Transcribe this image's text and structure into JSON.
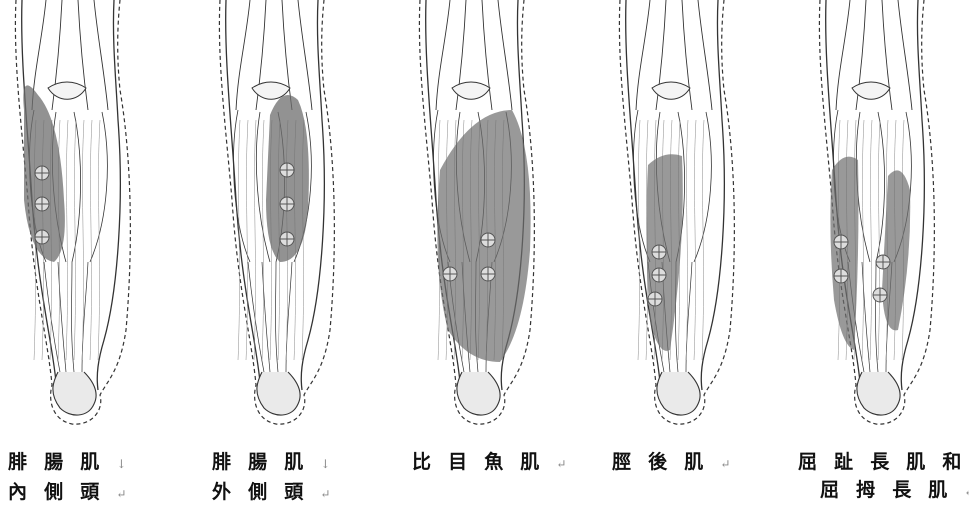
{
  "panels": [
    {
      "line1": "腓腸肌",
      "mark1": "↓",
      "line2": "內側頭",
      "mark2": "↵",
      "highlight": "medial-gastrocnemius"
    },
    {
      "line1": "腓腸肌",
      "mark1": "↓",
      "line2": "外側頭",
      "mark2": "↵",
      "highlight": "lateral-gastrocnemius"
    },
    {
      "line1": "比目魚肌",
      "mark1": "↵",
      "highlight": "soleus"
    },
    {
      "line1": "脛後肌",
      "mark1": "↵",
      "highlight": "tibialis-posterior"
    },
    {
      "line1": "屈趾長肌和",
      "line2": "屈拇長肌",
      "mark2": "↵",
      "highlight": "long-flexors"
    }
  ],
  "colors": {
    "highlight": "#6e6e6e",
    "line": "#333333",
    "background": "#ffffff"
  }
}
